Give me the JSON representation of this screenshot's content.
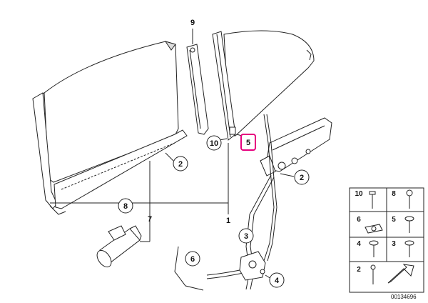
{
  "callouts": {
    "c1": "1",
    "c2_left": "2",
    "c2_right": "2",
    "c3": "3",
    "c4": "4",
    "c5": "5",
    "c6": "6",
    "c7": "7",
    "c8": "8",
    "c9": "9",
    "c10": "10"
  },
  "legend": {
    "items": [
      "10",
      "8",
      "6",
      "5",
      "4",
      "3",
      "2"
    ]
  },
  "reference_number": "00134696",
  "colors": {
    "highlight": "#e6007e",
    "line": "#222222",
    "fill": "#ffffff",
    "shade": "#d8d8d8"
  }
}
